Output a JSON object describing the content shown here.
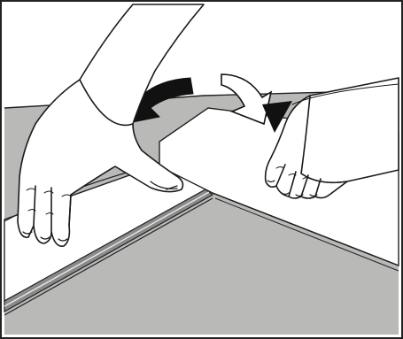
{
  "illustration": {
    "subject": "laminate-floor-installation-step",
    "action": "rotate-panel-down-to-lock",
    "colors": {
      "background": "#ffffff",
      "floor": "#b9b9b7",
      "panel": "#ffffff",
      "outline": "#1a1a1a",
      "arrow": "#111111",
      "skin": "#ffffff"
    },
    "icons": {
      "rotation-arrow": "curved-double-arrow"
    }
  }
}
